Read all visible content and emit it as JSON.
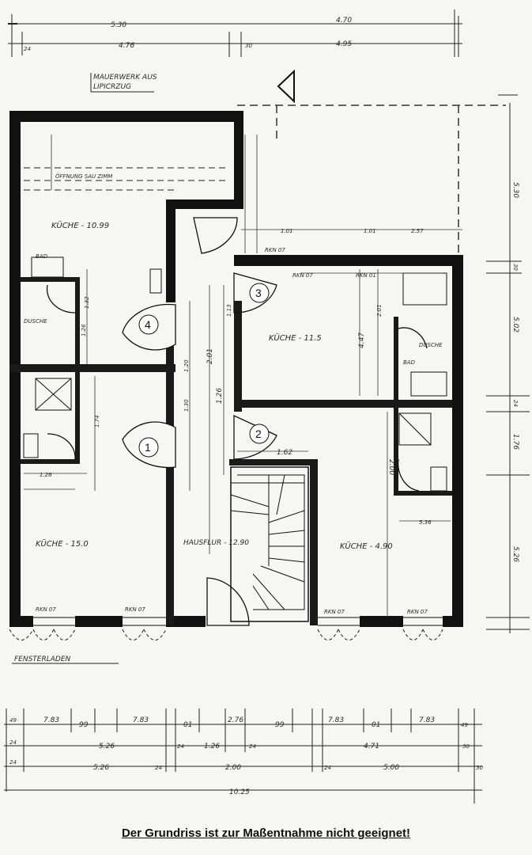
{
  "disclaimer": "Der Grundriss ist zur Maßentnahme nicht geeignet!",
  "notes": {
    "masonry": "MAUERWERK AUS",
    "masonry2": "LIPICRZUG",
    "shutters": "FENSTERLADEN",
    "ceiling_opening": "ÖFFNUNG SAU ZIMM",
    "shower": "DUSCHE",
    "shower2": "DUSCHE"
  },
  "rooms": {
    "kitchen_top_left": "KÜCHE - 10.99",
    "kitchen_bottom_left": "KÜCHE - 15.0",
    "kitchen_top_right": "KÜCHE - 11.5",
    "kitchen_bottom_right": "KÜCHE - 4.90",
    "hallway": "HAUSFLUR - 12.90",
    "bath_top_left": "BAD",
    "bath_right": "BAD"
  },
  "room_numbers": [
    "1",
    "2",
    "3",
    "4"
  ],
  "dimensions": {
    "top": [
      "5.30",
      "4.70",
      "4.76",
      "4.95",
      "24",
      "30"
    ],
    "right": [
      "5.30",
      "5.02",
      "1.76",
      "5.26",
      "24",
      "30"
    ],
    "bottom_row1": [
      "49",
      "7.83",
      "99",
      "7.83",
      "01",
      "2.76",
      "99",
      "7.83",
      "01",
      "7.83",
      "49"
    ],
    "bottom_row2": [
      "24",
      "5.26",
      "24",
      "1.26",
      "24",
      "4.71",
      "30"
    ],
    "bottom_row3": [
      "24",
      "5.26",
      "24",
      "2.00",
      "24",
      "5.00",
      "30"
    ],
    "bottom_total": "10.25",
    "interior": [
      "2.01",
      "1.26",
      "1.62",
      "2.00",
      "1.30",
      "1.20",
      "1.74",
      "1.01",
      "1.01",
      "2.57",
      "1.32",
      "1.26",
      "4.47",
      "2.01",
      "1.13",
      "1.26",
      "5.36"
    ]
  },
  "window_labels": [
    "RKN 07",
    "RKN 07",
    "RKN 07",
    "RKN 07",
    "RKN 01",
    "RKN 07",
    "RKN 07"
  ]
}
